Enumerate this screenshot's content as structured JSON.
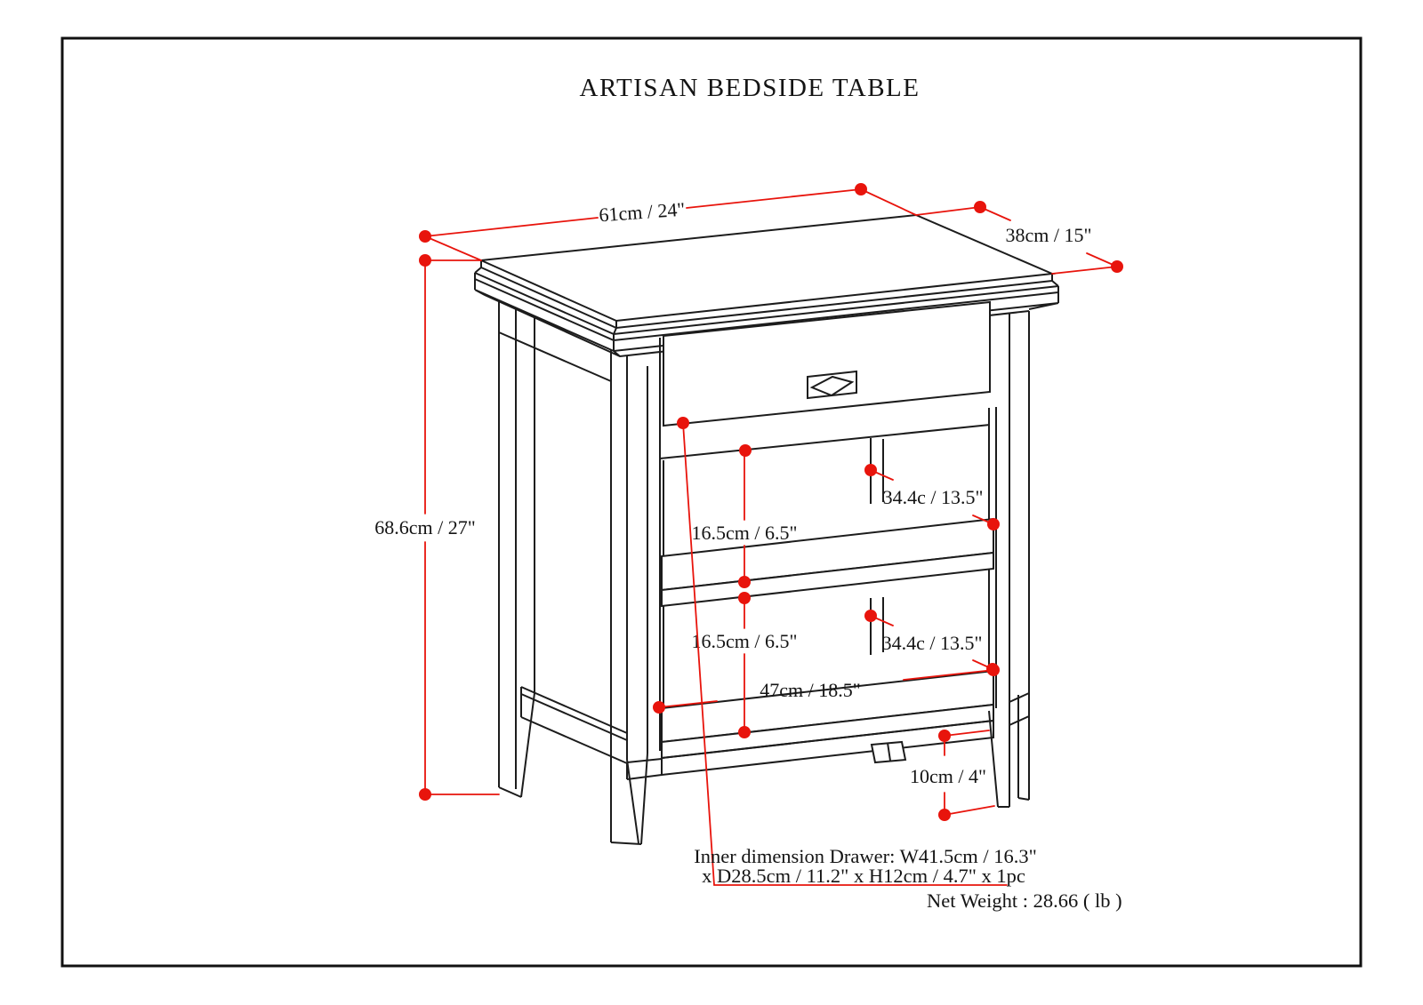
{
  "title": "ARTISAN BEDSIDE TABLE",
  "colors": {
    "line": "#1c1c1c",
    "dimension_red": "#e8140c",
    "background": "#ffffff"
  },
  "dims": {
    "top_width": {
      "label": "61cm / 24\""
    },
    "top_depth": {
      "label": "38cm / 15\""
    },
    "height": {
      "label": "68.6cm / 27\""
    },
    "shelf_depth_upper": {
      "label": "34.4c / 13.5\""
    },
    "shelf_depth_lower": {
      "label": "34.4c / 13.5\""
    },
    "shelf_clearance_upper": {
      "label": "16.5cm / 6.5\""
    },
    "shelf_clearance_lower": {
      "label": "16.5cm / 6.5\""
    },
    "shelf_width": {
      "label": "47cm / 18.5\""
    },
    "leg_height": {
      "label": "10cm / 4\""
    }
  },
  "notes": {
    "drawer_line1": "Inner dimension Drawer: W41.5cm / 16.3\"",
    "drawer_line2": "x D28.5cm / 11.2\" x H12cm / 4.7\" x 1pc",
    "net_weight": "Net Weight : 28.66 ( lb )"
  }
}
